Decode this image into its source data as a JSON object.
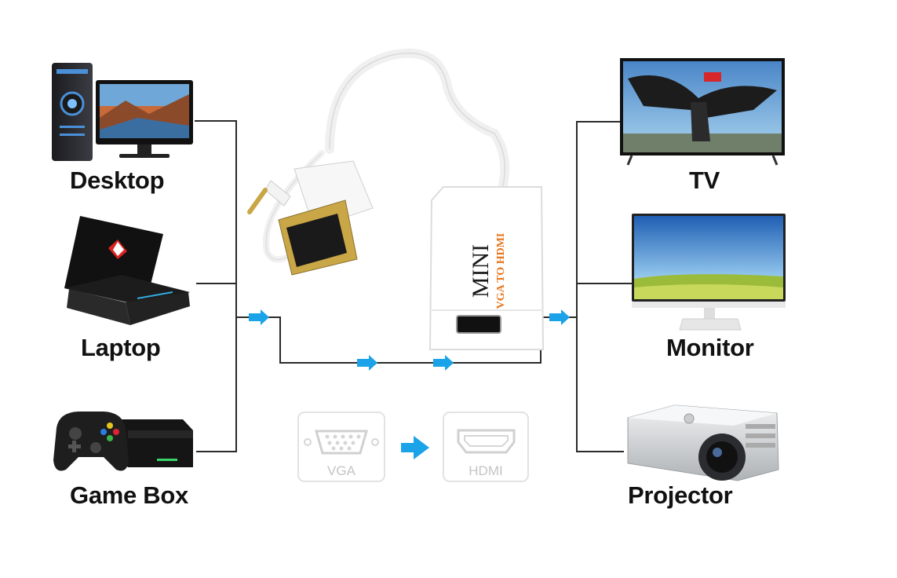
{
  "sources": [
    {
      "label": "Desktop",
      "icon": "desktop-computer-icon"
    },
    {
      "label": "Laptop",
      "icon": "laptop-icon"
    },
    {
      "label": "Game Box",
      "icon": "game-console-icon"
    }
  ],
  "outputs": [
    {
      "label": "TV",
      "icon": "tv-icon"
    },
    {
      "label": "Monitor",
      "icon": "monitor-icon"
    },
    {
      "label": "Projector",
      "icon": "projector-icon"
    }
  ],
  "adapter": {
    "brand": "MINI",
    "model": "VGA TO HDMI"
  },
  "conversion": {
    "from_label": "VGA",
    "to_label": "HDMI"
  },
  "colors": {
    "accent_arrow": "#1aa3e8",
    "line": "#2a2a2a",
    "adapter_brand": "#c0392b",
    "adapter_model": "#e8761c",
    "label_text": "#111111"
  }
}
